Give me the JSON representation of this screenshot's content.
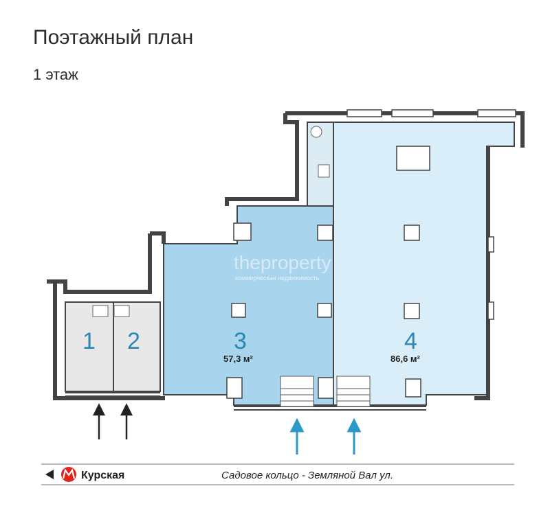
{
  "header": {
    "title": "Поэтажный план",
    "floor": "1 этаж"
  },
  "units": [
    {
      "number": "1",
      "area": ""
    },
    {
      "number": "2",
      "area": ""
    },
    {
      "number": "3",
      "area": "57,3 м²"
    },
    {
      "number": "4",
      "area": "86,6 м²"
    }
  ],
  "watermark": {
    "brand": "theproperty",
    "tagline": "коммерческая недвижимость"
  },
  "footer": {
    "metro_station": "Курская",
    "street": "Садовое кольцо - Земляной Вал ул."
  },
  "colors": {
    "unit3_fill": "#a8d4ee",
    "unit4_fill": "#d9eef9",
    "small_units_fill": "#e8e8e8",
    "wall": "#444444",
    "blue_arrow": "#2c9ac9",
    "metro_red": "#e2231a"
  }
}
